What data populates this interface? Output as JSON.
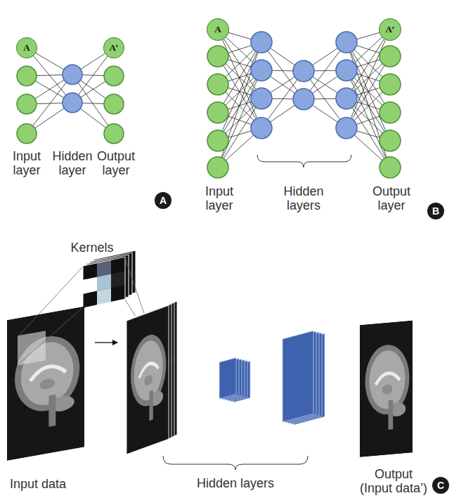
{
  "diagram": {
    "nodes": [
      {
        "text": [
          "A"
        ]
      },
      {
        "text": [
          "A’"
        ]
      },
      {
        "text": [
          "A"
        ]
      },
      {
        "text": [
          "A"
        ]
      },
      {
        "text": [
          "A’"
        ]
      },
      {
        "text": [
          "B"
        ]
      },
      {
        "text": [
          "C"
        ]
      }
    ],
    "labels": [
      "Input layer",
      "Hidden layer",
      "Output layer",
      "Input layer",
      "Hidden layers",
      "Output layer",
      "Kernels",
      "Input data",
      "Hidden layers",
      "Output (Input data’)"
    ]
  }
}
